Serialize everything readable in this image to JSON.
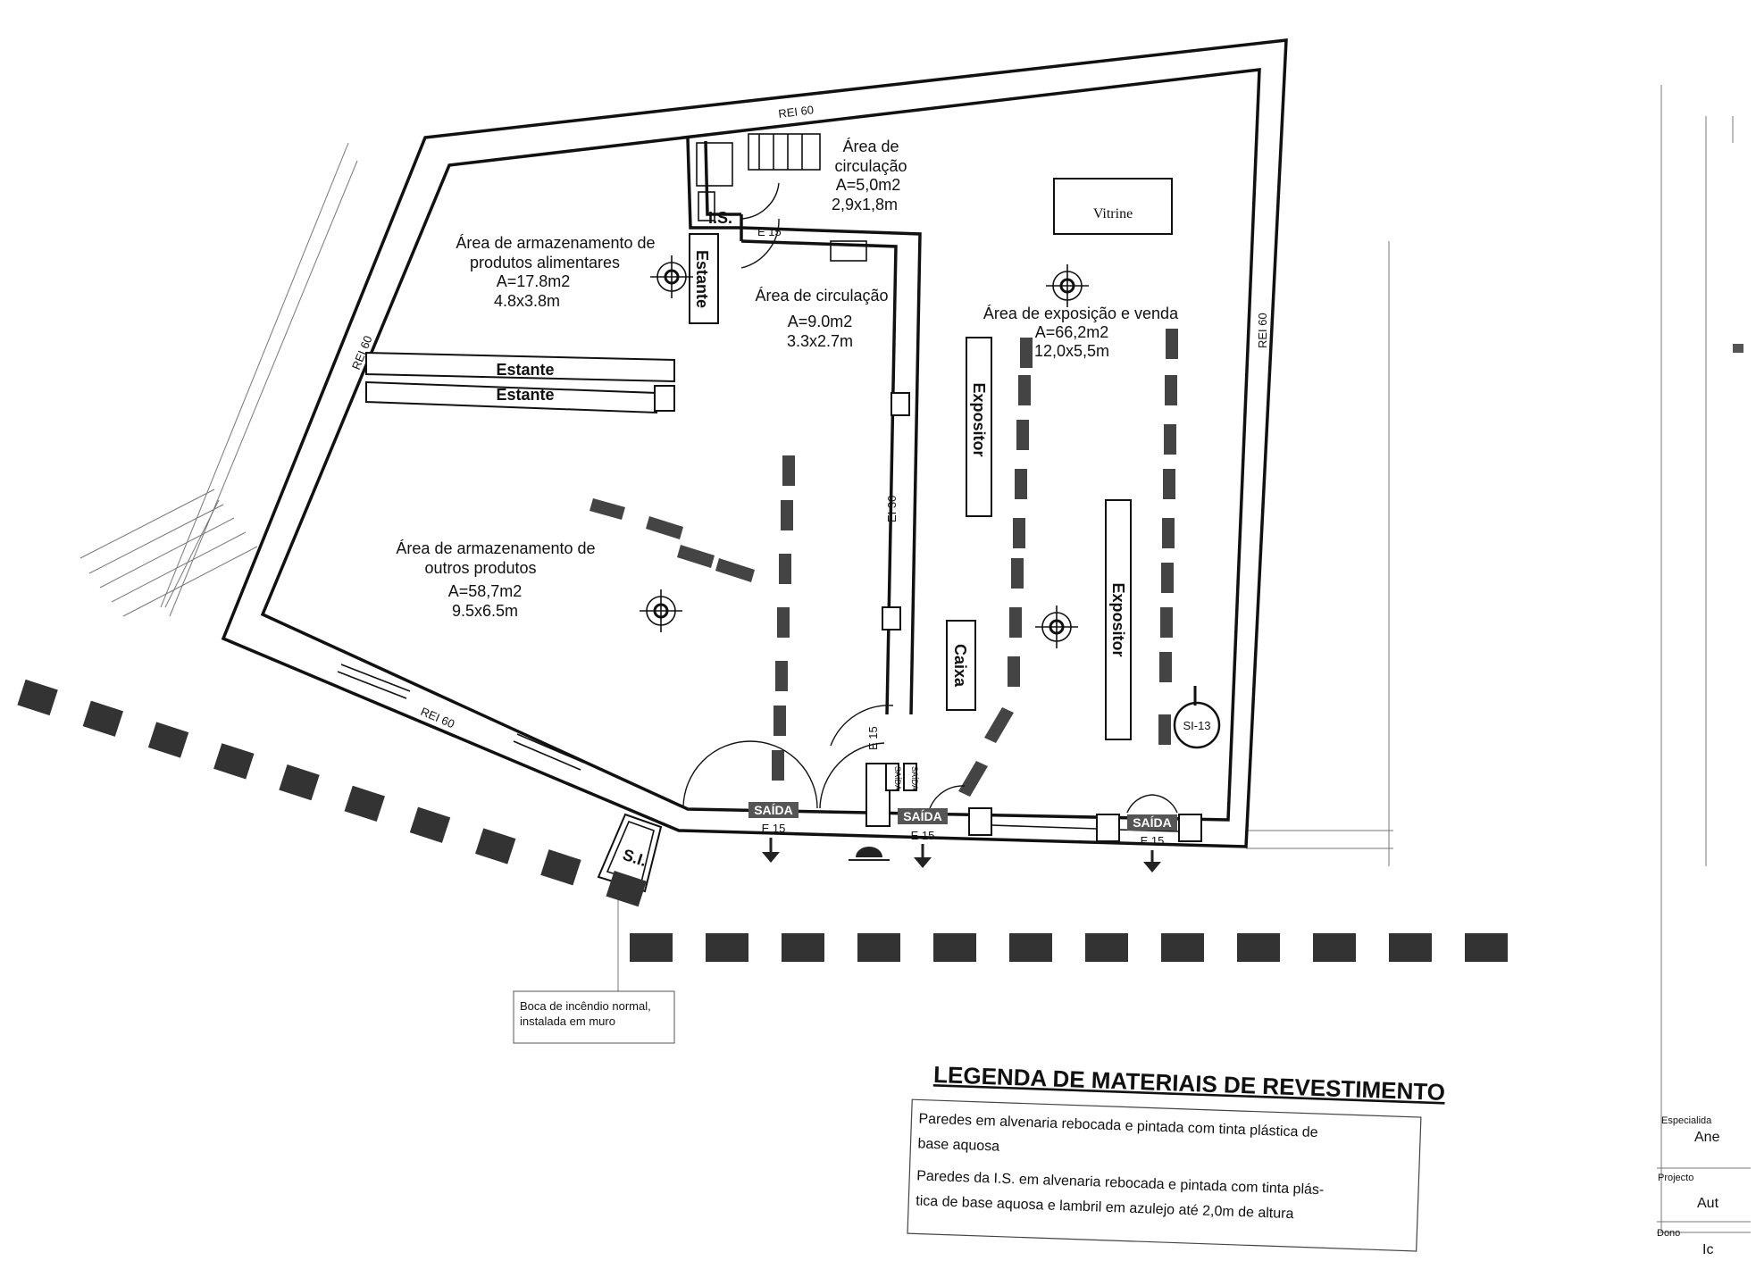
{
  "walls": {
    "north": "REI 60",
    "west": "REI 60",
    "east": "REI 60",
    "south": "REI 60",
    "internal": "EI 30"
  },
  "rooms": {
    "circ_small": {
      "title1": "Área de",
      "title2": "circulação",
      "area": "A=5,0m2",
      "dims": "2,9x1,8m"
    },
    "storage_food": {
      "title1": "Área de armazenamento de",
      "title2": "produtos alimentares",
      "area": "A=17.8m2",
      "dims": "4.8x3.8m"
    },
    "circ_main": {
      "title": "Área de circulação",
      "area": "A=9.0m2",
      "dims": "3.3x2.7m"
    },
    "sales": {
      "title": "Área de exposição e venda",
      "area": "A=66,2m2",
      "dims": "12,0x5,5m"
    },
    "storage_other": {
      "title1": "Área de armazenamento de",
      "title2": "outros produtos",
      "area": "A=58,7m2",
      "dims": "9.5x6.5m"
    }
  },
  "furniture": {
    "vitrine": "Vitrine",
    "estante_vertical": "Estante",
    "estante_1": "Estante",
    "estante_2": "Estante",
    "expositor_1": "Expositor",
    "expositor_2": "Expositor",
    "caixa": "Caixa"
  },
  "markers": {
    "is": "I.S.",
    "si": "S.I.",
    "extinguisher": "SI-13",
    "door_label": "E 15",
    "exit_label": "SAÍDA",
    "exit_sign_a": "SAÍDA",
    "exit_sign_b": "SAÍDA"
  },
  "callout": {
    "line1": "Boca de incêndio normal,",
    "line2": "instalada em muro"
  },
  "legend": {
    "title": "LEGENDA DE MATERIAIS DE REVESTIMENTO",
    "line1": "Paredes em alvenaria rebocada e pintada com tinta plástica de",
    "line2": "base aquosa",
    "line3": "Paredes da I.S. em alvenaria rebocada e pintada com tinta plás-",
    "line4": "tica de base aquosa e lambril em azulejo até 2,0m de altura"
  },
  "title_block": {
    "especialidade_label": "Especialida",
    "especialidade_value": "Ane",
    "projecto_label": "Projecto",
    "projecto_value": "Aut",
    "dono_label": "Dono",
    "dono_value": "Ic"
  },
  "colors": {
    "ink": "#111111",
    "route": "#444444",
    "exit_fill": "#555555"
  }
}
